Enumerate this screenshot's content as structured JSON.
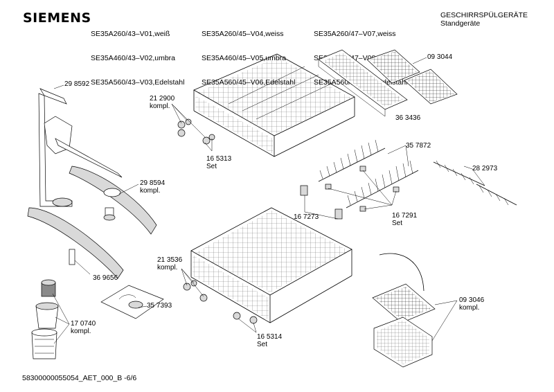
{
  "header": {
    "brand": "SIEMENS",
    "models_col1": [
      "SE35A260/43–V01,weiß",
      "SE35A460/43–V02,umbra",
      "SE35A560/43–V03,Edelstahl"
    ],
    "models_col2": [
      "SE35A260/45–V04,weiss",
      "SE35A460/45–V05,umbra",
      "SE35A560/45–V06,Edelstahl"
    ],
    "models_col3": [
      "SE35A260/47–V07,weiss",
      "SE35A460/47–V08,umbra",
      "SE35A560/47–V09,Edelstahl"
    ],
    "category_line1": "GESCHIRRSPÜLGERÄTE",
    "category_line2": "Standgeräte"
  },
  "parts": [
    {
      "number": "29 8592",
      "note": ""
    },
    {
      "number": "21 2900",
      "note": "kompl."
    },
    {
      "number": "09 3044",
      "note": ""
    },
    {
      "number": "36 3436",
      "note": ""
    },
    {
      "number": "16 5313",
      "note": "Set"
    },
    {
      "number": "35 7872",
      "note": ""
    },
    {
      "number": "28 2973",
      "note": ""
    },
    {
      "number": "29 8594",
      "note": "kompl."
    },
    {
      "number": "16 7273",
      "note": ""
    },
    {
      "number": "16 7291",
      "note": "Set"
    },
    {
      "number": "21 3536",
      "note": "kompl."
    },
    {
      "number": "36 9656",
      "note": ""
    },
    {
      "number": "35 7393",
      "note": ""
    },
    {
      "number": "09 3046",
      "note": "kompl."
    },
    {
      "number": "17 0740",
      "note": "kompl."
    },
    {
      "number": "16 5314",
      "note": "Set"
    }
  ],
  "footer": {
    "doc_id": "58300000055054_AET_000_B -6/6"
  }
}
